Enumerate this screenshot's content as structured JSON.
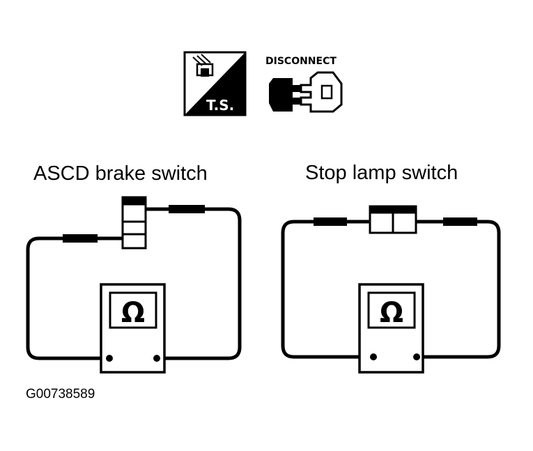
{
  "header": {
    "ts_icon_text": "T.S.",
    "disconnect_label": "DISCONNECT"
  },
  "diagrams": [
    {
      "title": "ASCD brake switch",
      "meter_symbol": "Ω"
    },
    {
      "title": "Stop lamp switch",
      "meter_symbol": "Ω"
    }
  ],
  "figure_id": "G00738589",
  "icons": [
    "connector-icon",
    "disconnect-connector-icon",
    "ohmmeter-icon",
    "switch-icon"
  ]
}
